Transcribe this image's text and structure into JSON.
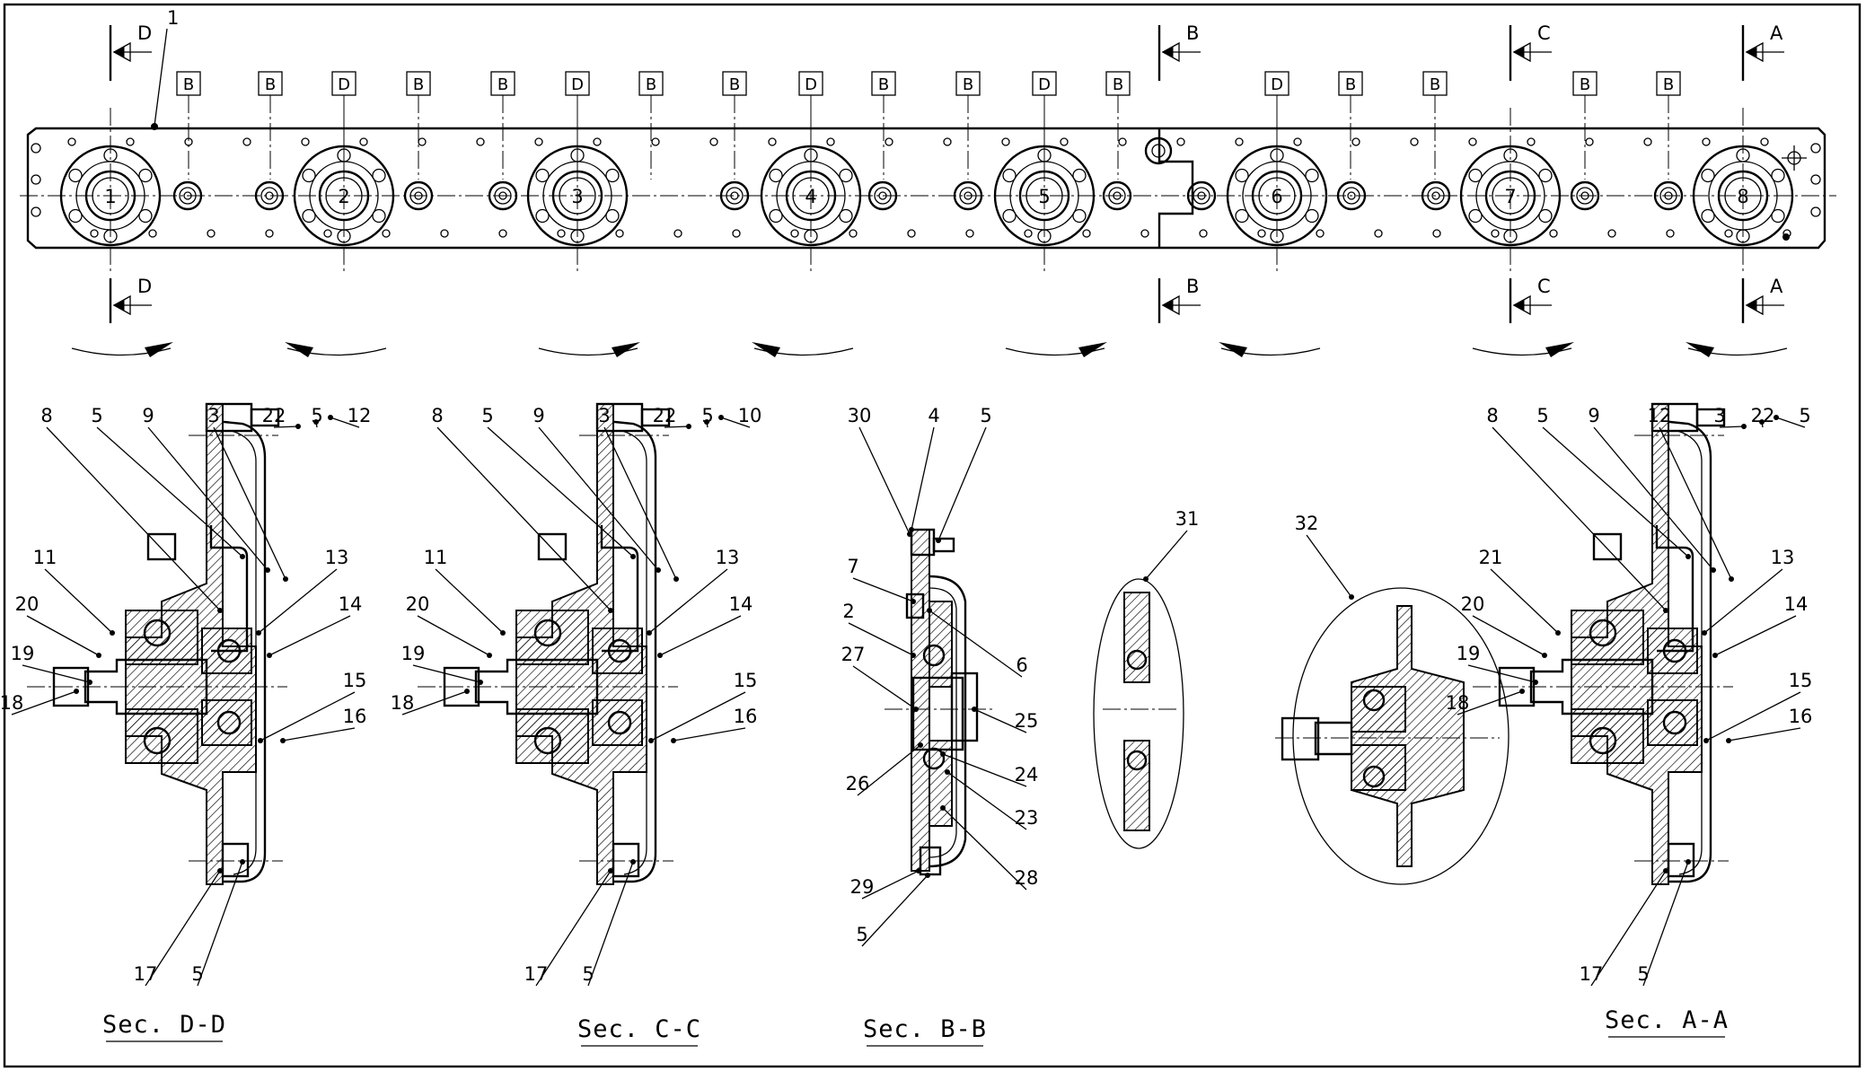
{
  "top_view": {
    "station_numbers": [
      "1",
      "2",
      "3",
      "4",
      "5",
      "6",
      "7",
      "8"
    ],
    "section_tags": [
      "B",
      "B",
      "D",
      "B",
      "B",
      "D",
      "B",
      "B",
      "D",
      "B",
      "B",
      "D",
      "B",
      "D",
      "B",
      "B",
      "B",
      "B"
    ],
    "cut_letters": [
      "D",
      "D",
      "B",
      "B",
      "C",
      "C",
      "A",
      "A"
    ],
    "item_one": "1"
  },
  "sections": [
    {
      "caption": "Sec. D-D",
      "labels": [
        "8",
        "5",
        "9",
        "3",
        "22",
        "5",
        "12",
        "11",
        "13",
        "20",
        "14",
        "19",
        "15",
        "18",
        "16",
        "17",
        "5"
      ]
    },
    {
      "caption": "Sec. C-C",
      "labels": [
        "8",
        "5",
        "9",
        "3",
        "22",
        "5",
        "10",
        "11",
        "13",
        "20",
        "14",
        "19",
        "15",
        "18",
        "16",
        "17",
        "5"
      ]
    },
    {
      "caption": "Sec. B-B",
      "labels": [
        "30",
        "4",
        "5",
        "7",
        "6",
        "2",
        "27",
        "25",
        "26",
        "24",
        "23",
        "28",
        "29",
        "5"
      ]
    },
    {
      "caption": "Sec. A-A",
      "labels": [
        "8",
        "5",
        "9",
        "12",
        "3",
        "22",
        "5",
        "21",
        "13",
        "20",
        "14",
        "19",
        "15",
        "18",
        "16",
        "17",
        "5"
      ]
    }
  ],
  "details": [
    {
      "label": "31"
    },
    {
      "label": "32"
    }
  ]
}
